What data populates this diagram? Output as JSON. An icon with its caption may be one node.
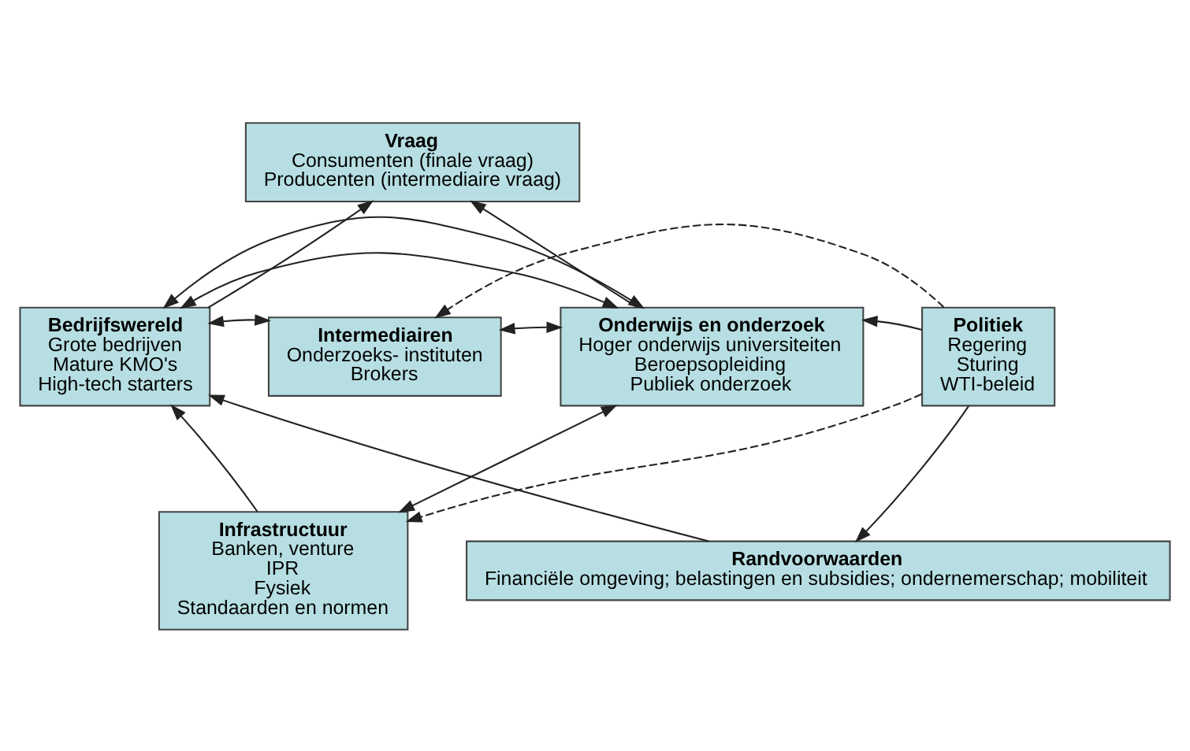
{
  "diagram": {
    "nodes": [
      {
        "text": [
          "Vraag",
          "Consumenten (finale vraag)",
          "Producenten (intermediaire vraag)"
        ]
      },
      {
        "text": [
          "Bedrijfswereld",
          "Grote bedrijven",
          "Mature KMO's",
          "High-tech starters"
        ]
      },
      {
        "text": [
          "Intermediairen",
          "Onderzoeks- instituten",
          "Brokers"
        ]
      },
      {
        "text": [
          "Onderwijs en onderzoek",
          "Hoger onderwijs universiteiten",
          "Beroepsopleiding",
          "Publiek onderzoek"
        ]
      },
      {
        "text": [
          "Politiek",
          "Regering",
          "Sturing",
          "WTI-beleid"
        ]
      },
      {
        "text": [
          "Infrastructuur",
          "Banken, venture",
          "IPR",
          "Fysiek",
          "Standaarden en normen"
        ]
      },
      {
        "text": [
          "Randvoorwaarden",
          "Financiële omgeving; belastingen en subsidies; ondernemerschap; mobiliteit"
        ]
      }
    ],
    "edges": [
      {
        "from": 1,
        "to": 0,
        "arrow": "to"
      },
      {
        "from": 3,
        "to": 0,
        "arrow": "to"
      },
      {
        "from": 1,
        "to": 3,
        "arrow": "both"
      },
      {
        "from": 1,
        "to": 2,
        "arrow": "both"
      },
      {
        "from": 2,
        "to": 3,
        "arrow": "both"
      },
      {
        "from": 1,
        "to": 3,
        "arrow": "both"
      },
      {
        "from": 4,
        "to": 3,
        "arrow": "to"
      },
      {
        "from": 4,
        "to": 2,
        "arrow": "to",
        "style": "dashed"
      },
      {
        "from": 5,
        "to": 1,
        "arrow": "to"
      },
      {
        "from": 3,
        "to": 5,
        "arrow": "both"
      },
      {
        "from": 4,
        "to": 5,
        "arrow": "to",
        "style": "dashed"
      },
      {
        "from": 6,
        "to": 1,
        "arrow": "to"
      },
      {
        "from": 4,
        "to": 6,
        "arrow": "to"
      }
    ]
  }
}
